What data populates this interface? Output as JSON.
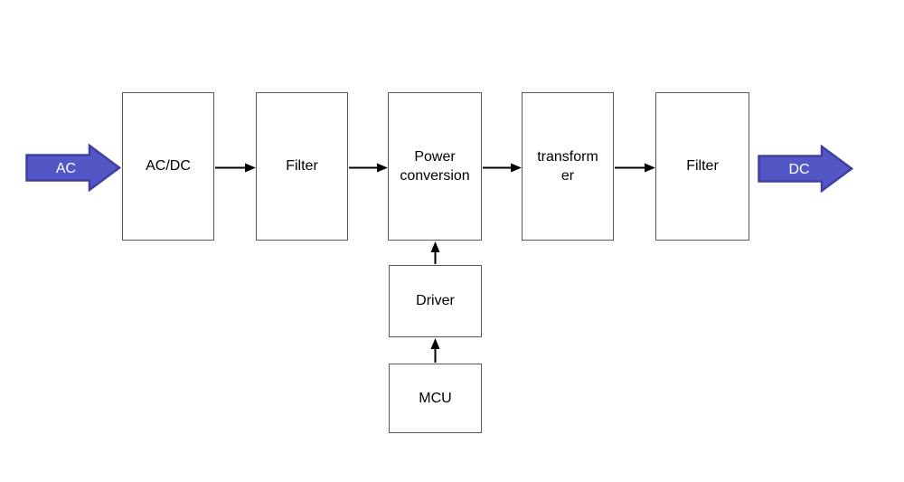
{
  "diagram": {
    "colors": {
      "background": "#FFFFFF",
      "box_fill": "#FFFFFF",
      "box_border": "#595959",
      "box_text": "#000000",
      "connector_arrow": "#000000",
      "flow_arrow_fill": "#5356C5",
      "flow_arrow_border": "#3E3F9F",
      "flow_arrow_text": "#FFFFFF"
    },
    "input_arrow": {
      "label": "AC"
    },
    "output_arrow": {
      "label": "DC"
    },
    "blocks": {
      "acdc": {
        "label": "AC/DC"
      },
      "filter_input": {
        "label": "Filter"
      },
      "power_conversion": {
        "label": "Power\nconversion"
      },
      "transformer": {
        "label": "transform\ner"
      },
      "filter_output": {
        "label": "Filter"
      },
      "driver": {
        "label": "Driver"
      },
      "mcu": {
        "label": "MCU"
      }
    }
  }
}
